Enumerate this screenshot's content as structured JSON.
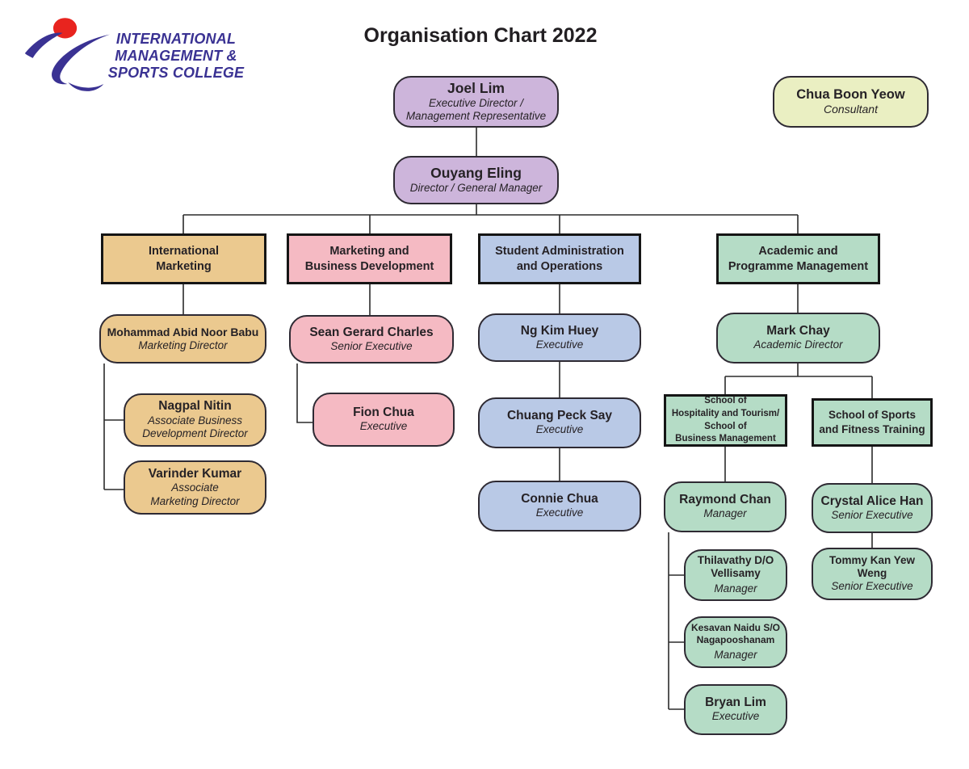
{
  "title": "Organisation Chart 2022",
  "logo": {
    "text": "INTERNATIONAL\nMANAGEMENT &\nSPORTS COLLEGE"
  },
  "colors": {
    "purple": "#cdb5db",
    "consultant": "#eaefc2",
    "tan": "#ebc98f",
    "pink": "#f5bac3",
    "blue": "#b9c9e6",
    "green": "#b5dcc6",
    "logo-purple": "#3a3293",
    "logo-red": "#e8241f",
    "line": "#2b2b2b"
  },
  "leadership": {
    "executive_director": {
      "name": "Joel Lim",
      "role": "Executive Director /\nManagement Representative"
    },
    "consultant": {
      "name": "Chua Boon Yeow",
      "role": "Consultant"
    },
    "general_manager": {
      "name": "Ouyang Eling",
      "role": "Director / General Manager"
    }
  },
  "departments": {
    "international_marketing": {
      "label": "International\nMarketing",
      "staff": {
        "marketing_director": {
          "name": "Mohammad Abid Noor Babu",
          "role": "Marketing Director"
        },
        "assoc_bd_director": {
          "name": "Nagpal Nitin",
          "role": "Associate Business\nDevelopment Director"
        },
        "assoc_marketing_director": {
          "name": "Varinder Kumar",
          "role": "Associate\nMarketing Director"
        }
      }
    },
    "marketing_business_development": {
      "label": "Marketing and\nBusiness Development",
      "staff": {
        "senior_executive": {
          "name": "Sean Gerard Charles",
          "role": "Senior Executive"
        },
        "executive": {
          "name": "Fion Chua",
          "role": "Executive"
        }
      }
    },
    "student_admin_operations": {
      "label": "Student Administration\nand Operations",
      "staff": {
        "executive_1": {
          "name": "Ng Kim Huey",
          "role": "Executive"
        },
        "executive_2": {
          "name": "Chuang Peck Say",
          "role": "Executive"
        },
        "executive_3": {
          "name": "Connie Chua",
          "role": "Executive"
        }
      }
    },
    "academic_programme_management": {
      "label": "Academic and\nProgramme Management",
      "staff": {
        "academic_director": {
          "name": "Mark Chay",
          "role": "Academic Director"
        }
      },
      "schools": {
        "hospitality_business": {
          "label": "School of\nHospitality and Tourism/\nSchool of\nBusiness Management",
          "staff": {
            "manager_1": {
              "name": "Raymond Chan",
              "role": "Manager"
            },
            "manager_2": {
              "name": "Thilavathy D/O\nVellisamy",
              "role": "Manager"
            },
            "manager_3": {
              "name": "Kesavan Naidu S/O\nNagapooshanam",
              "role": "Manager"
            },
            "executive": {
              "name": "Bryan Lim",
              "role": "Executive"
            }
          }
        },
        "sports_fitness": {
          "label": "School of Sports\nand Fitness Training",
          "staff": {
            "senior_executive_1": {
              "name": "Crystal Alice Han",
              "role": "Senior Executive"
            },
            "senior_executive_2": {
              "name": "Tommy Kan Yew Weng",
              "role": "Senior Executive"
            }
          }
        }
      }
    }
  }
}
